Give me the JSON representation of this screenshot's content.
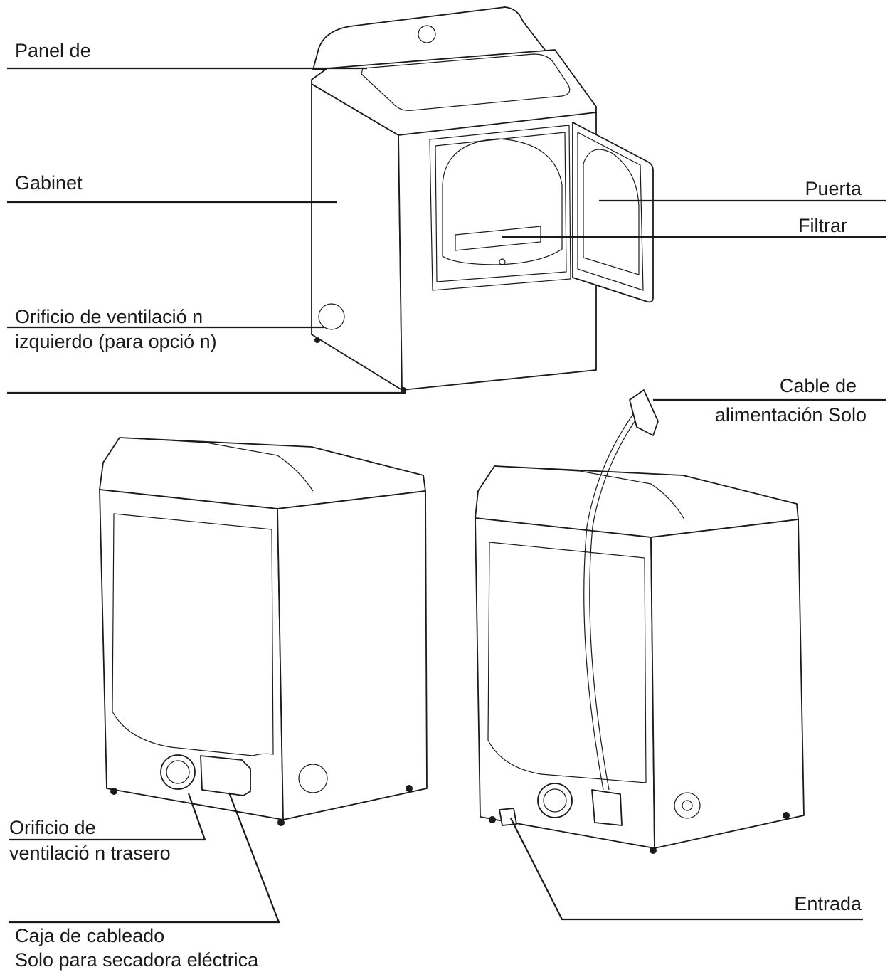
{
  "labels": {
    "panel": "Panel de",
    "cabinet": "Gabinet",
    "door": "Puerta",
    "filter": "Filtrar",
    "left_vent_1": "Orificio de ventilació n",
    "left_vent_2": "izquierdo (para opció n)",
    "power_cord_1": "Cable de",
    "power_cord_2": "alimentación Solo",
    "rear_vent_1": "Orificio de",
    "rear_vent_2": "ventilació n trasero",
    "inlet": "Entrada",
    "wiring_box_1": "Caja de cableado",
    "wiring_box_2": "Solo para secadora eléctrica"
  }
}
